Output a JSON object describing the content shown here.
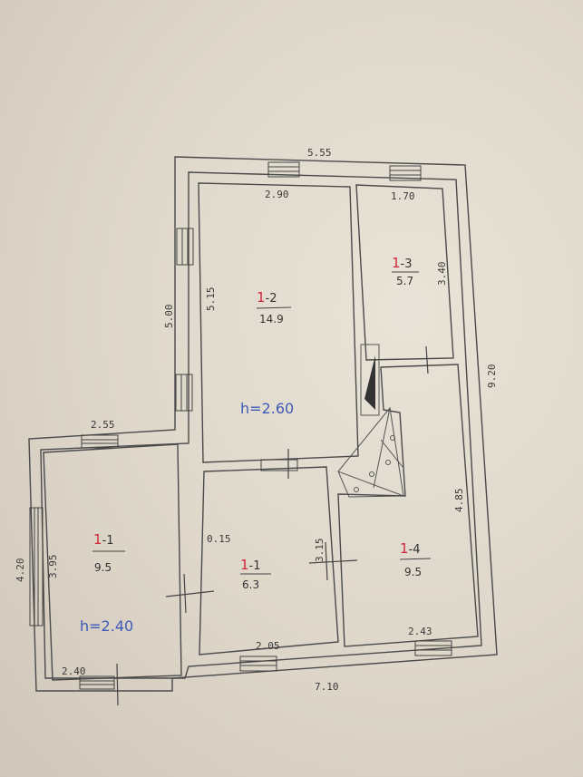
{
  "colors": {
    "paper": "#e5dfd3",
    "ink": "#444444",
    "red": "#d0263a",
    "blue": "#3f59b8"
  },
  "exterior": {
    "top": "5.55",
    "right": "9.20",
    "bottom": "7.10",
    "left_wing": "4.20"
  },
  "rooms": {
    "r12": {
      "number_prefix": "1",
      "number_suffix": "-2",
      "area": "14.9",
      "width": "2.90",
      "height": "5.15",
      "outer": "5.00",
      "ceiling": "h=2.60"
    },
    "r13": {
      "number_prefix": "1",
      "number_suffix": "-3",
      "area": "5.7",
      "width": "1.70",
      "height": "3.40"
    },
    "r11": {
      "number_prefix": "1",
      "number_suffix": "-1",
      "area": "9.5",
      "width_top": "2.55",
      "height": "3.95",
      "width_bottom": "2.40",
      "ceiling": "h=2.40"
    },
    "r11b": {
      "number_prefix": "1",
      "number_suffix": "-1",
      "area": "6.3",
      "width": "2.05",
      "height": "3.15",
      "small": "0.15"
    },
    "r14": {
      "number_prefix": "1",
      "number_suffix": "-4",
      "area": "9.5",
      "width": "2.43",
      "height": "4.85"
    }
  }
}
